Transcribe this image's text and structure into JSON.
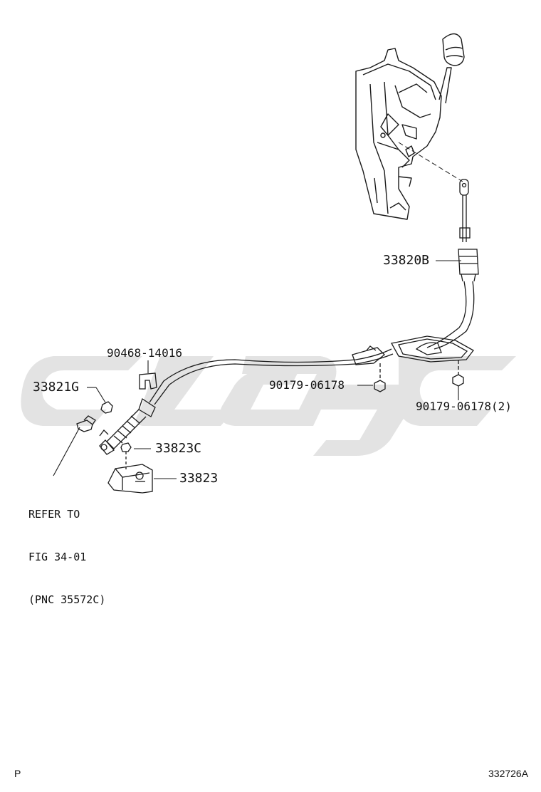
{
  "labels": {
    "cable_assy": "33820B",
    "clamp": "90468-14016",
    "nut_left": "33821G",
    "nut_center": "90179-06178",
    "nut_right": "90179-06178(2)",
    "bolt": "33823C",
    "bracket": "33823"
  },
  "refer_note": {
    "line1": "REFER TO",
    "line2": "FIG 34-01",
    "line3": "(PNC 35572C)"
  },
  "footer": {
    "left": "P",
    "right": "332726A"
  },
  "watermark_color": "#e3e3e3",
  "line_color": "#1a1a1a"
}
